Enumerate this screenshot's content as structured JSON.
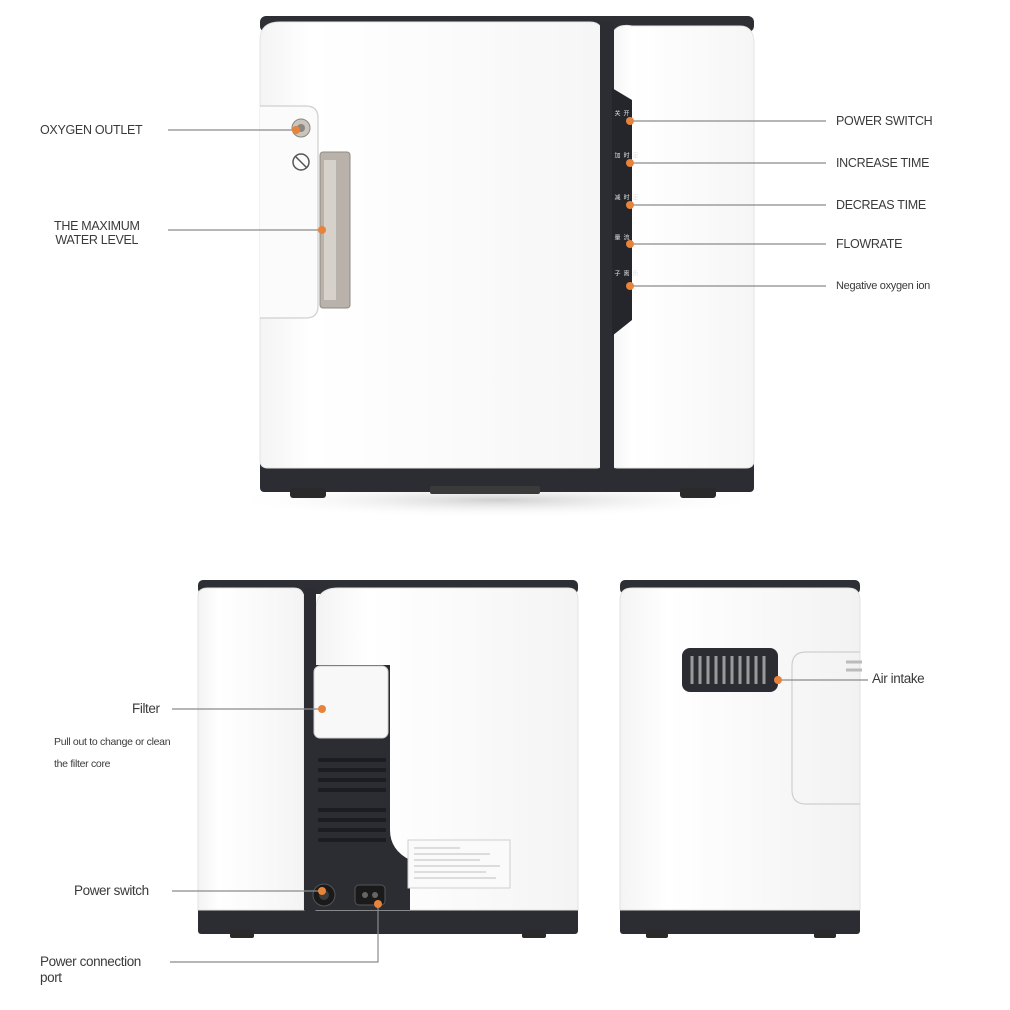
{
  "front": {
    "callouts_left": [
      {
        "id": "oxygen-outlet",
        "text": "OXYGEN OUTLET"
      },
      {
        "id": "max-water-level",
        "lines": [
          "THE MAXIMUM",
          "WATER LEVEL"
        ]
      }
    ],
    "callouts_right": [
      {
        "id": "power-switch",
        "text": "POWER SWITCH"
      },
      {
        "id": "increase-time",
        "text": "INCREASE TIME"
      },
      {
        "id": "decreas-time",
        "text": "DECREAS TIME"
      },
      {
        "id": "flowrate",
        "text": "FLOWRATE"
      },
      {
        "id": "negative-oxygen-ion",
        "text": "Negative oxygen ion"
      }
    ],
    "panel_buttons": [
      "开关",
      "定时加",
      "定时减",
      "流量",
      "负离子"
    ]
  },
  "back": {
    "filter_label": "Filter",
    "filter_note": [
      "Pull out to change or clean",
      "the filter core"
    ],
    "power_switch_label": "Power switch",
    "power_port_label": [
      "Power connection",
      "port"
    ]
  },
  "side": {
    "air_intake_label": "Air intake"
  },
  "colors": {
    "accent": "#e8833a",
    "body": "#ffffff",
    "panel": "#2b2d33",
    "leader": "#8a8a8a"
  }
}
